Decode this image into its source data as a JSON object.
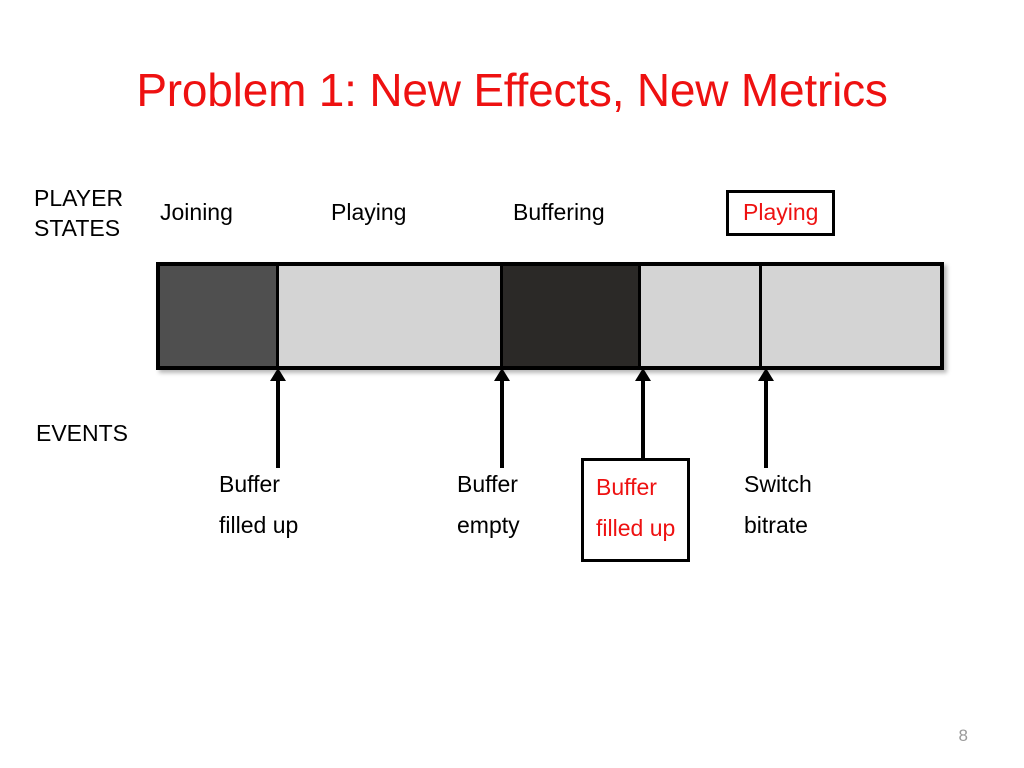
{
  "slide": {
    "title": "Problem 1: New Effects, New Metrics",
    "title_color": "#ee1111",
    "page_number": "8",
    "row_labels": {
      "player_states": "PLAYER\nSTATES",
      "events": "EVENTS"
    }
  },
  "player_states": {
    "labels": [
      {
        "text": "Joining",
        "color": "#000000",
        "highlighted": false
      },
      {
        "text": "Playing",
        "color": "#000000",
        "highlighted": false
      },
      {
        "text": "Buffering",
        "color": "#000000",
        "highlighted": false
      },
      {
        "text": "Playing",
        "color": "#ee1111",
        "highlighted": true
      }
    ]
  },
  "timeline": {
    "segments": [
      {
        "state": "joining",
        "color": "#4f4f4f",
        "width_pct": 15.2
      },
      {
        "state": "playing",
        "color": "#d4d4d4",
        "width_pct": 28.8
      },
      {
        "state": "buffering",
        "color": "#2b2927",
        "width_pct": 17.7
      },
      {
        "state": "playing",
        "color": "#d4d4d4",
        "width_pct": 15.5
      },
      {
        "state": "playing",
        "color": "#d4d4d4",
        "width_pct": 22.8
      }
    ]
  },
  "events": {
    "markers": [
      {
        "text": "Buffer\nfilled up",
        "color": "#000000",
        "highlighted": false
      },
      {
        "text": "Buffer\nempty",
        "color": "#000000",
        "highlighted": false
      },
      {
        "text": "Buffer\nfilled up",
        "color": "#ee1111",
        "highlighted": true
      },
      {
        "text": "Switch\nbitrate",
        "color": "#000000",
        "highlighted": false
      }
    ]
  }
}
